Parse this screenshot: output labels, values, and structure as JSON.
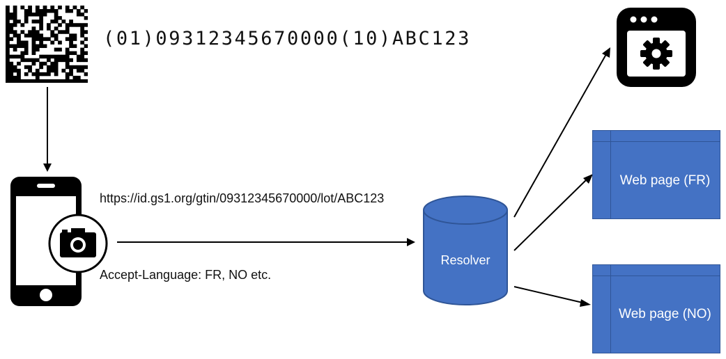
{
  "barcode": {
    "hri_text": "(01)09312345670000(10)ABC123"
  },
  "request": {
    "url": "https://id.gs1.org/gtin/09312345670000/lot/ABC123",
    "header": "Accept-Language: FR, NO etc."
  },
  "resolver": {
    "label": "Resolver"
  },
  "targets": {
    "app_icon": "app-settings-icon",
    "web_fr": "Web page (FR)",
    "web_no": "Web page (NO)"
  },
  "colors": {
    "accent_blue": "#4472c4",
    "ink": "#000000"
  }
}
